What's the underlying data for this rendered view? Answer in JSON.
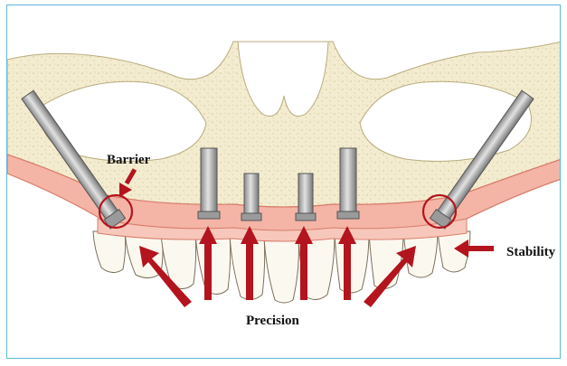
{
  "labels": {
    "barrier": "Barrier",
    "stability": "Stability",
    "precision": "Precision"
  },
  "colors": {
    "bone": "#f3ecd0",
    "bone_speckle": "#d9cfa3",
    "gum": "#f4b4a6",
    "gum_edge": "#d97c6a",
    "tooth": "#fbf8ef",
    "tooth_outline": "#7a6f5a",
    "implant": "#b7b7b7",
    "implant_dark": "#707070",
    "arrow": "#b3141d",
    "frame_border": "#5bb8d8"
  }
}
